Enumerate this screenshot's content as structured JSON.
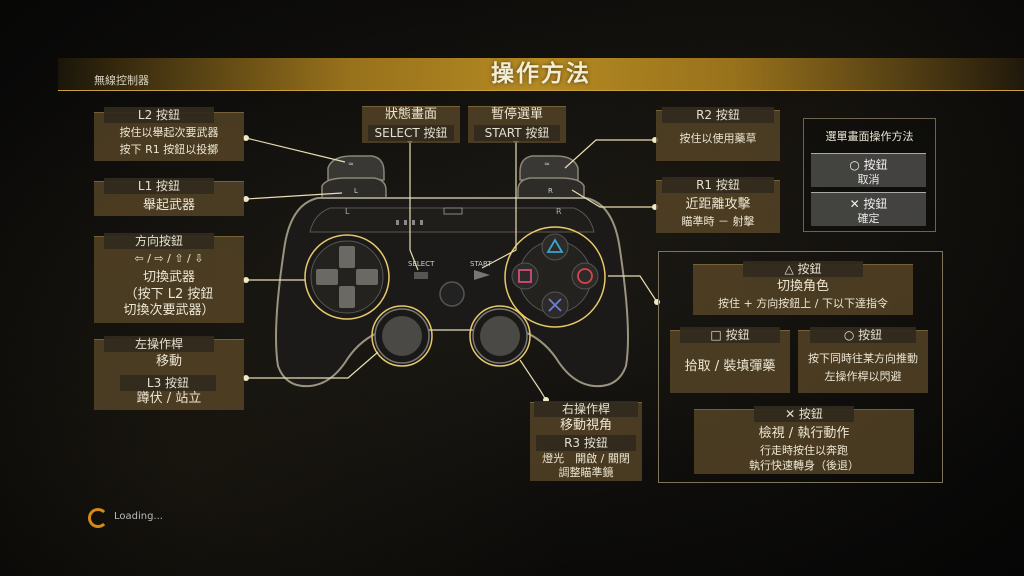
{
  "header": {
    "title": "操作方法",
    "device": "無線控制器"
  },
  "left": {
    "l2": {
      "label": "L2 按鈕",
      "line1": "按住以舉起次要武器",
      "line2": "按下 R1 按鈕以投擲"
    },
    "l1": {
      "label": "L1 按鈕",
      "line1": "舉起武器"
    },
    "dpad": {
      "label": "方向按鈕",
      "arrows": "⇦ / ⇨ / ⇧ / ⇩",
      "line1": "切換武器",
      "line2": "（按下 L2 按鈕",
      "line3": "切換次要武器）"
    },
    "lstick": {
      "label": "左操作桿",
      "line1": "移動",
      "l3_label": "L3 按鈕",
      "l3_line": "蹲伏 / 站立"
    }
  },
  "center": {
    "select": {
      "label": "狀態畫面",
      "button": "SELECT 按鈕"
    },
    "start": {
      "label": "暫停選單",
      "button": "START 按鈕"
    },
    "rstick": {
      "label": "右操作桿",
      "line1": "移動視角",
      "r3_label": "R3 按鈕",
      "r3_line1": "燈光　開啟 / 關閉",
      "r3_line2": "調整瞄準鏡"
    }
  },
  "right": {
    "r2": {
      "label": "R2 按鈕",
      "line1": "按住以使用藥草"
    },
    "r1": {
      "label": "R1 按鈕",
      "line1": "近距離攻擊",
      "line2": "瞄準時 － 射擊"
    }
  },
  "menu": {
    "title": "選單畫面操作方法",
    "circle_label": "○ 按鈕",
    "circle_action": "取消",
    "cross_label": "✕ 按鈕",
    "cross_action": "確定"
  },
  "face": {
    "triangle": {
      "label": "△ 按鈕",
      "line1": "切換角色",
      "line2": "按住 + 方向按鈕上 / 下以下達指令"
    },
    "square": {
      "label": "□ 按鈕",
      "line1": "拾取 / 裝填彈藥"
    },
    "circle": {
      "label": "○ 按鈕",
      "line1": "按下同時往某方向推動",
      "line2": "左操作桿以閃避"
    },
    "cross": {
      "label": "✕ 按鈕",
      "line1": "檢視 / 執行動作",
      "line2": "行走時按住以奔跑",
      "line3": "執行快速轉身（後退）"
    }
  },
  "controller": {
    "select_text": "SELECT",
    "start_text": "START",
    "l_text": "L",
    "r_text": "R"
  },
  "loading": "Loading..."
}
